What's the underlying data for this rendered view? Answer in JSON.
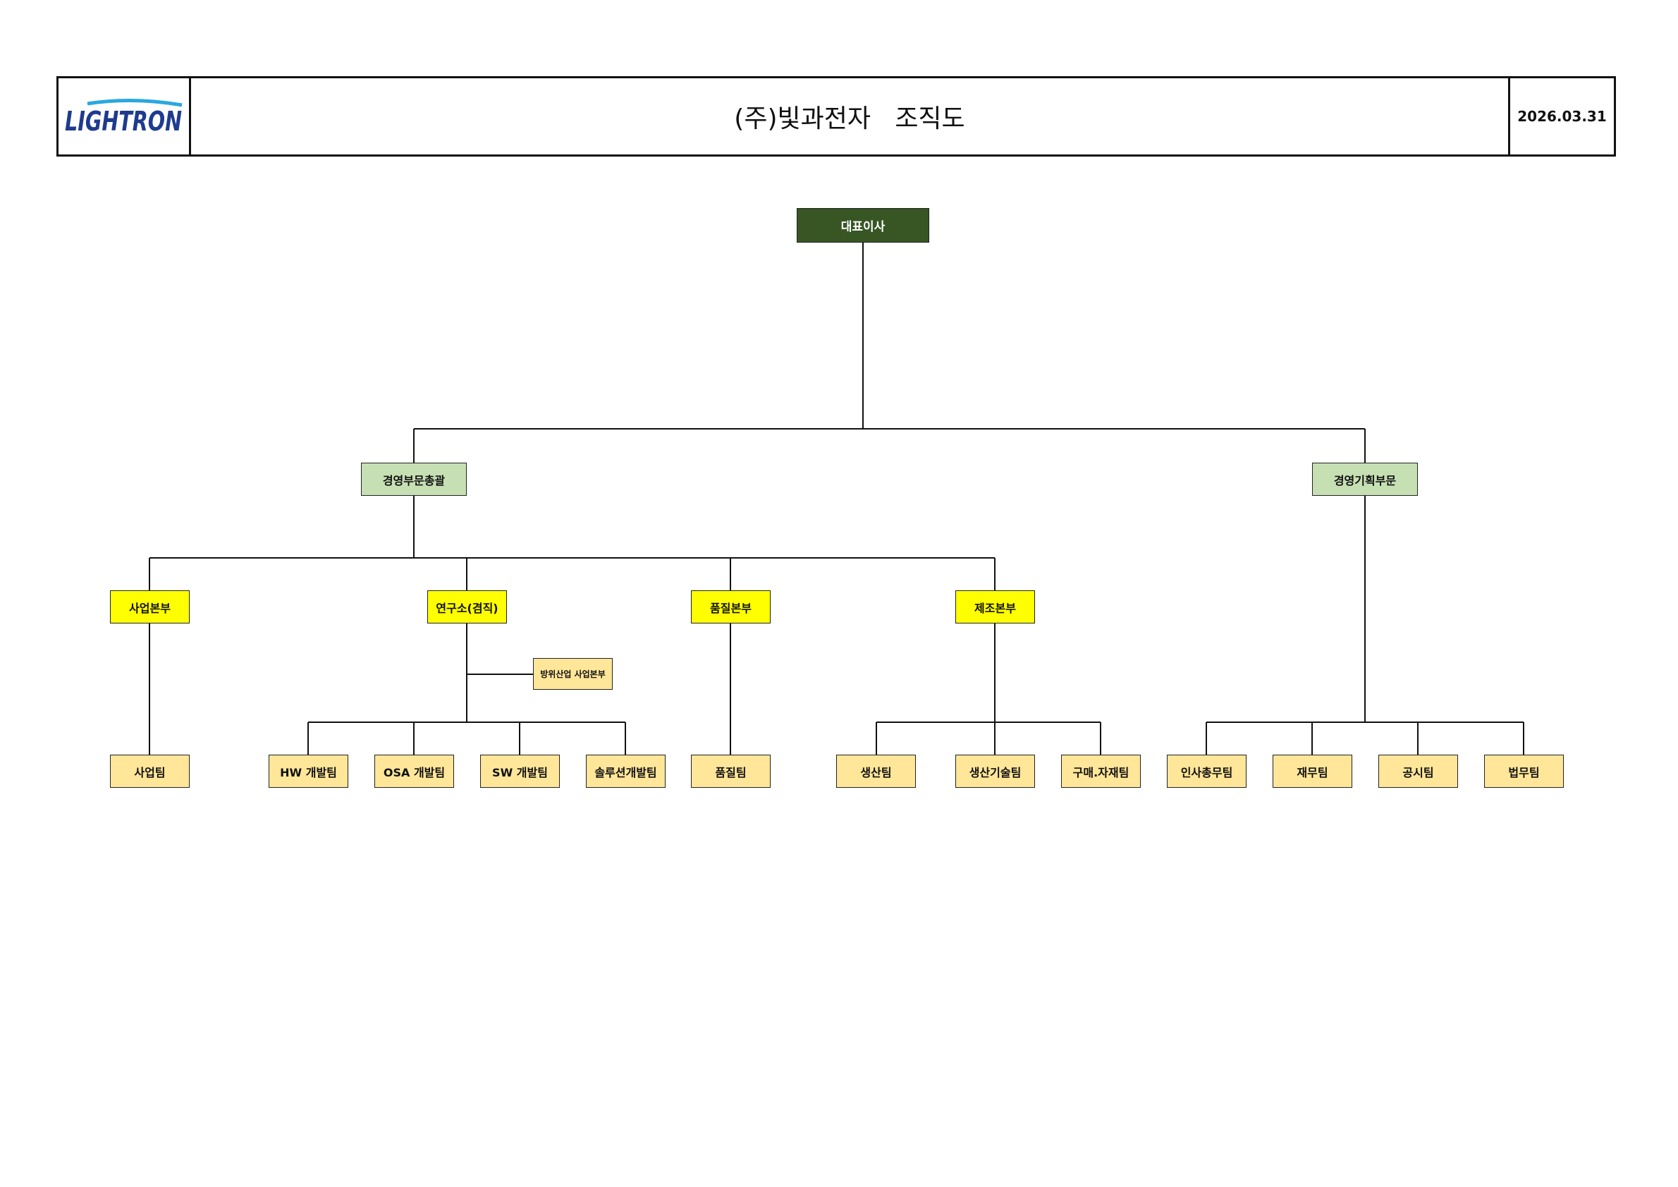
{
  "header": {
    "logo_text": "LIGHTRON",
    "title": "(주)빛과전자   조직도",
    "date": "2026.03.31"
  },
  "colors": {
    "ceo": "#375623",
    "division": "#c6e0b4",
    "headquarters": "#ffff00",
    "team": "#ffe699",
    "logo_blue": "#1f3b8f",
    "logo_swoosh": "#2aa8e0"
  },
  "chart": {
    "ceo": "대표이사",
    "divisions": {
      "management_general": "경영부문총괄",
      "management_planning": "경영기획부문"
    },
    "headquarters": {
      "business": "사업본부",
      "research": "연구소(겸직)",
      "quality": "품질본부",
      "manufacturing": "제조본부"
    },
    "defense": "방위산업 사업본부",
    "teams": {
      "business_team": "사업팀",
      "hw": "HW 개발팀",
      "osa": "OSA 개발팀",
      "sw": "SW 개발팀",
      "solution": "솔루션개발팀",
      "quality_team": "품질팀",
      "production": "생산팀",
      "production_tech": "생산기술팀",
      "purchasing": "구매.자재팀",
      "hr": "인사총무팀",
      "finance": "재무팀",
      "disclosure": "공시팀",
      "legal": "법무팀"
    }
  }
}
